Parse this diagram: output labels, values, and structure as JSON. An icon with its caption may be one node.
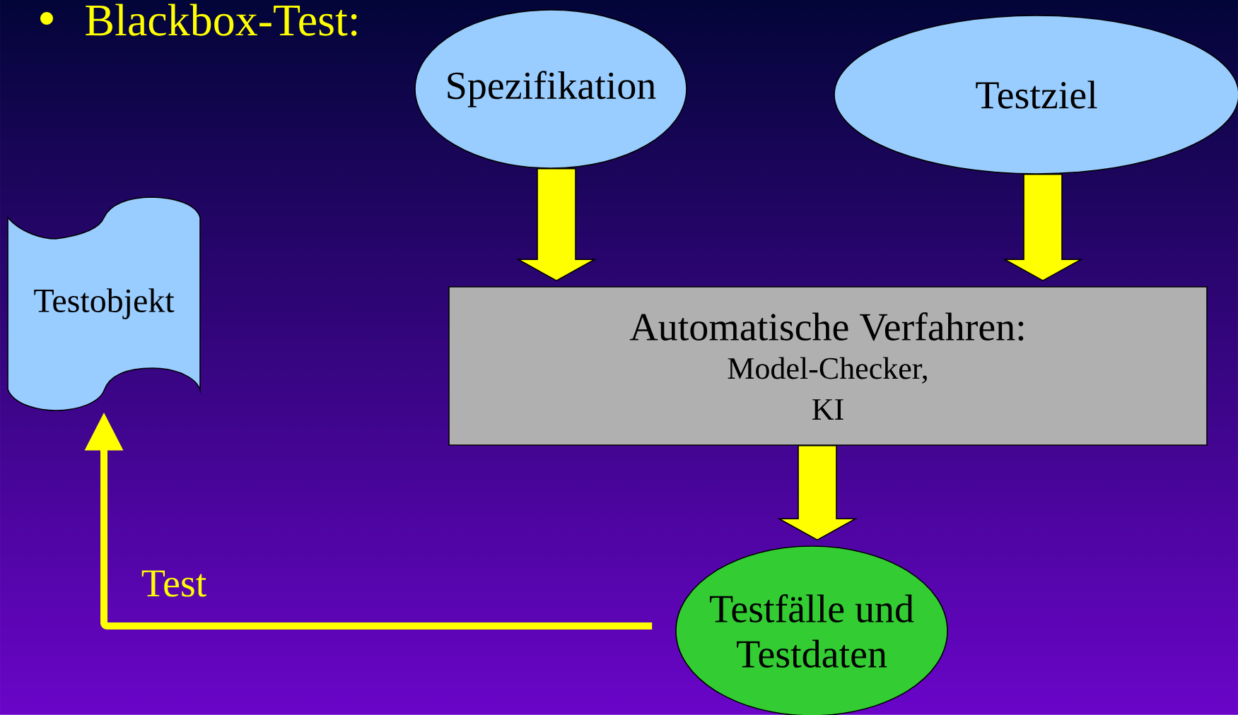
{
  "diagram": {
    "title": "Blackbox-Test:",
    "nodes": [
      {
        "text": [
          "Testobjekt"
        ]
      },
      {
        "text": [
          "Spezifikation"
        ]
      },
      {
        "text": [
          "Testziel"
        ]
      },
      {
        "text": [
          "Automatische Verfahren:",
          "Model-Checker, KI"
        ]
      },
      {
        "text": [
          "Testfälle und Testdaten"
        ]
      }
    ],
    "edges": [
      {
        "from": 1,
        "to": 3,
        "arrow": "to"
      },
      {
        "from": 2,
        "to": 3,
        "arrow": "to"
      },
      {
        "from": 3,
        "to": 4,
        "arrow": "to"
      },
      {
        "from": 4,
        "to": 0,
        "arrow": "to",
        "label": "Test",
        "color": "#ffff00"
      }
    ]
  }
}
